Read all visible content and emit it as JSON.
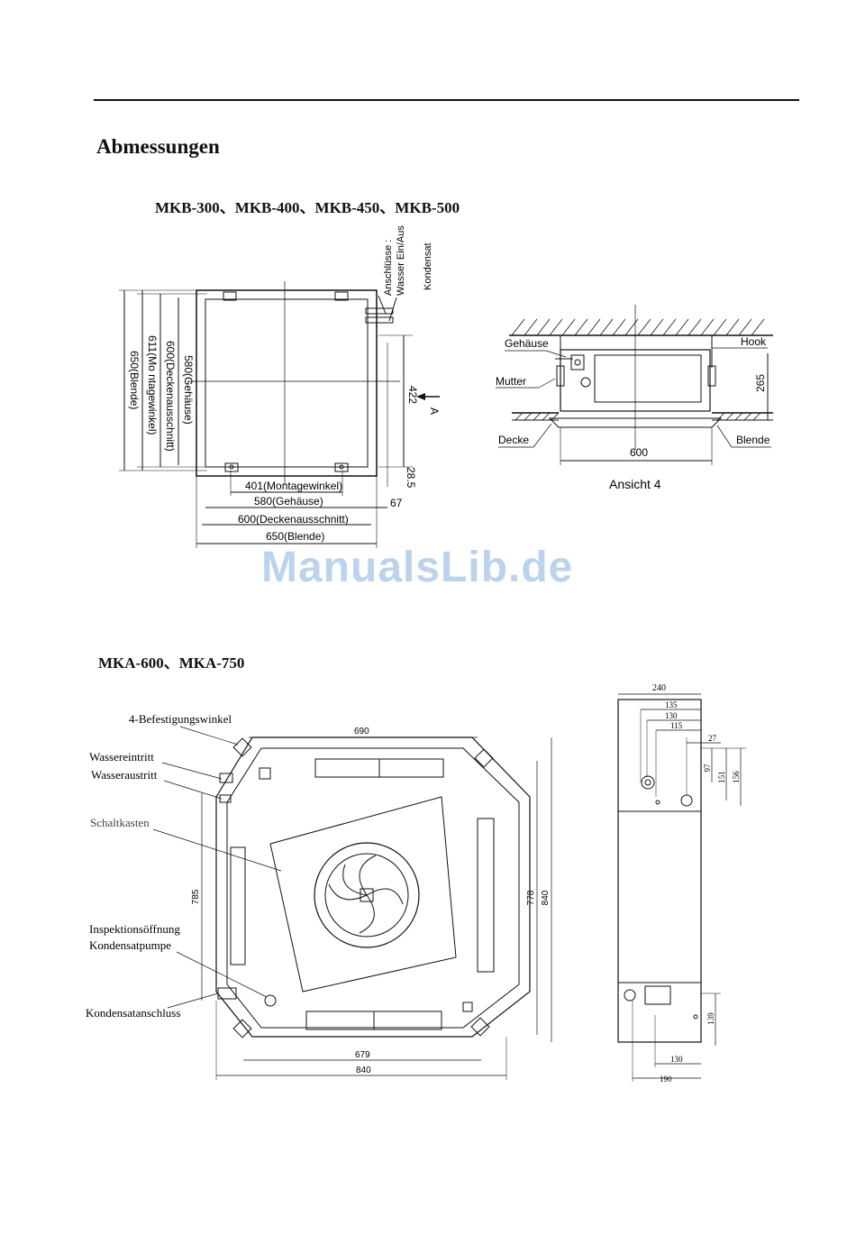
{
  "page": {
    "title": "Abmessungen",
    "watermark": "ManualsLib.de"
  },
  "section_mkb": {
    "heading": "MKB-300、MKB-400、MKB-450、MKB-500",
    "top_view": {
      "anschluesse_line1": "Anschlüsse :",
      "anschluesse_line2": "Wasser Ein/Aus",
      "kondensat": "Kondensat",
      "dim_v_580": "580(Gehäuse)",
      "dim_v_600": "600(Deckenausschnitt)",
      "dim_v_611": "611(Mo ntagewinkel)",
      "dim_v_650": "650(Blende)",
      "dim_422": "422",
      "arrow_a": "A",
      "dim_28_5": "28.5",
      "dim_401": "401(Montagewinkel)",
      "dim_h_580": "580(Gehäuse)",
      "dim_67": "67",
      "dim_h_600": "600(Deckenausschnitt)",
      "dim_h_650": "650(Blende)"
    },
    "side_view": {
      "gehaeuse": "Gehäuse",
      "hook": "Hook",
      "mutter": "Mutter",
      "dim_265": "265",
      "decke": "Decke",
      "blende": "Blende",
      "dim_600": "600",
      "caption": "Ansicht 4"
    }
  },
  "section_mka": {
    "heading": "MKA-600、MKA-750",
    "labels": {
      "befestigung": "4-Befestigungswinkel",
      "wassereintritt": "Wassereintritt",
      "wasseraustritt": "Wasseraustritt",
      "schaltkasten": "Schaltkasten",
      "inspektion": "Inspektionsöffnung",
      "pumpe": "Kondensatpumpe",
      "anschluss": "Kondensatanschluss"
    },
    "dims": {
      "d690": "690",
      "d785": "785",
      "d778": "778",
      "d840v": "840",
      "d679": "679",
      "d840h": "840"
    },
    "side_dims": {
      "d240": "240",
      "d135": "135",
      "d130a": "130",
      "d115": "115",
      "d27": "27",
      "d97": "97",
      "d151": "151",
      "d156": "156",
      "d139": "139",
      "d130b": "130",
      "d190": "190"
    }
  }
}
